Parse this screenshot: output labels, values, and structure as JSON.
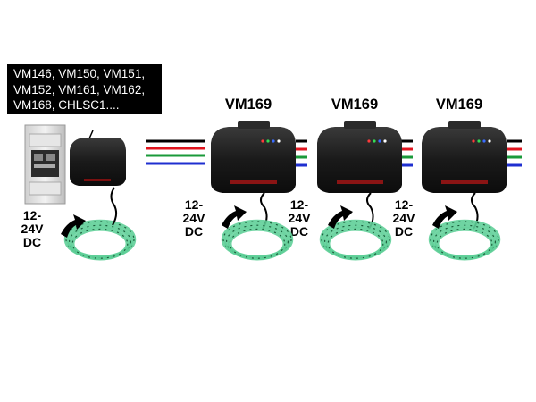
{
  "controllers_label": {
    "line1": "VM146, VM150, VM151,",
    "line2": "VM152, VM161, VM162,",
    "line3": "VM168, CHLSC1...."
  },
  "amplifiers": [
    {
      "title": "VM169"
    },
    {
      "title": "VM169"
    },
    {
      "title": "VM169"
    }
  ],
  "power_labels": [
    {
      "line1": "12-",
      "line2": "24V",
      "line3": "DC"
    },
    {
      "line1": "12-",
      "line2": "24V",
      "line3": "DC"
    },
    {
      "line1": "12-",
      "line2": "24V",
      "line3": "DC"
    },
    {
      "line1": "12-",
      "line2": "24V",
      "line3": "DC"
    }
  ],
  "wire_colors": {
    "black": "#000000",
    "red": "#e0141e",
    "green": "#1a9a3a",
    "blue": "#1f2fd0"
  },
  "led_strip_color": "#5fcf98",
  "arrow_color": "#000000"
}
